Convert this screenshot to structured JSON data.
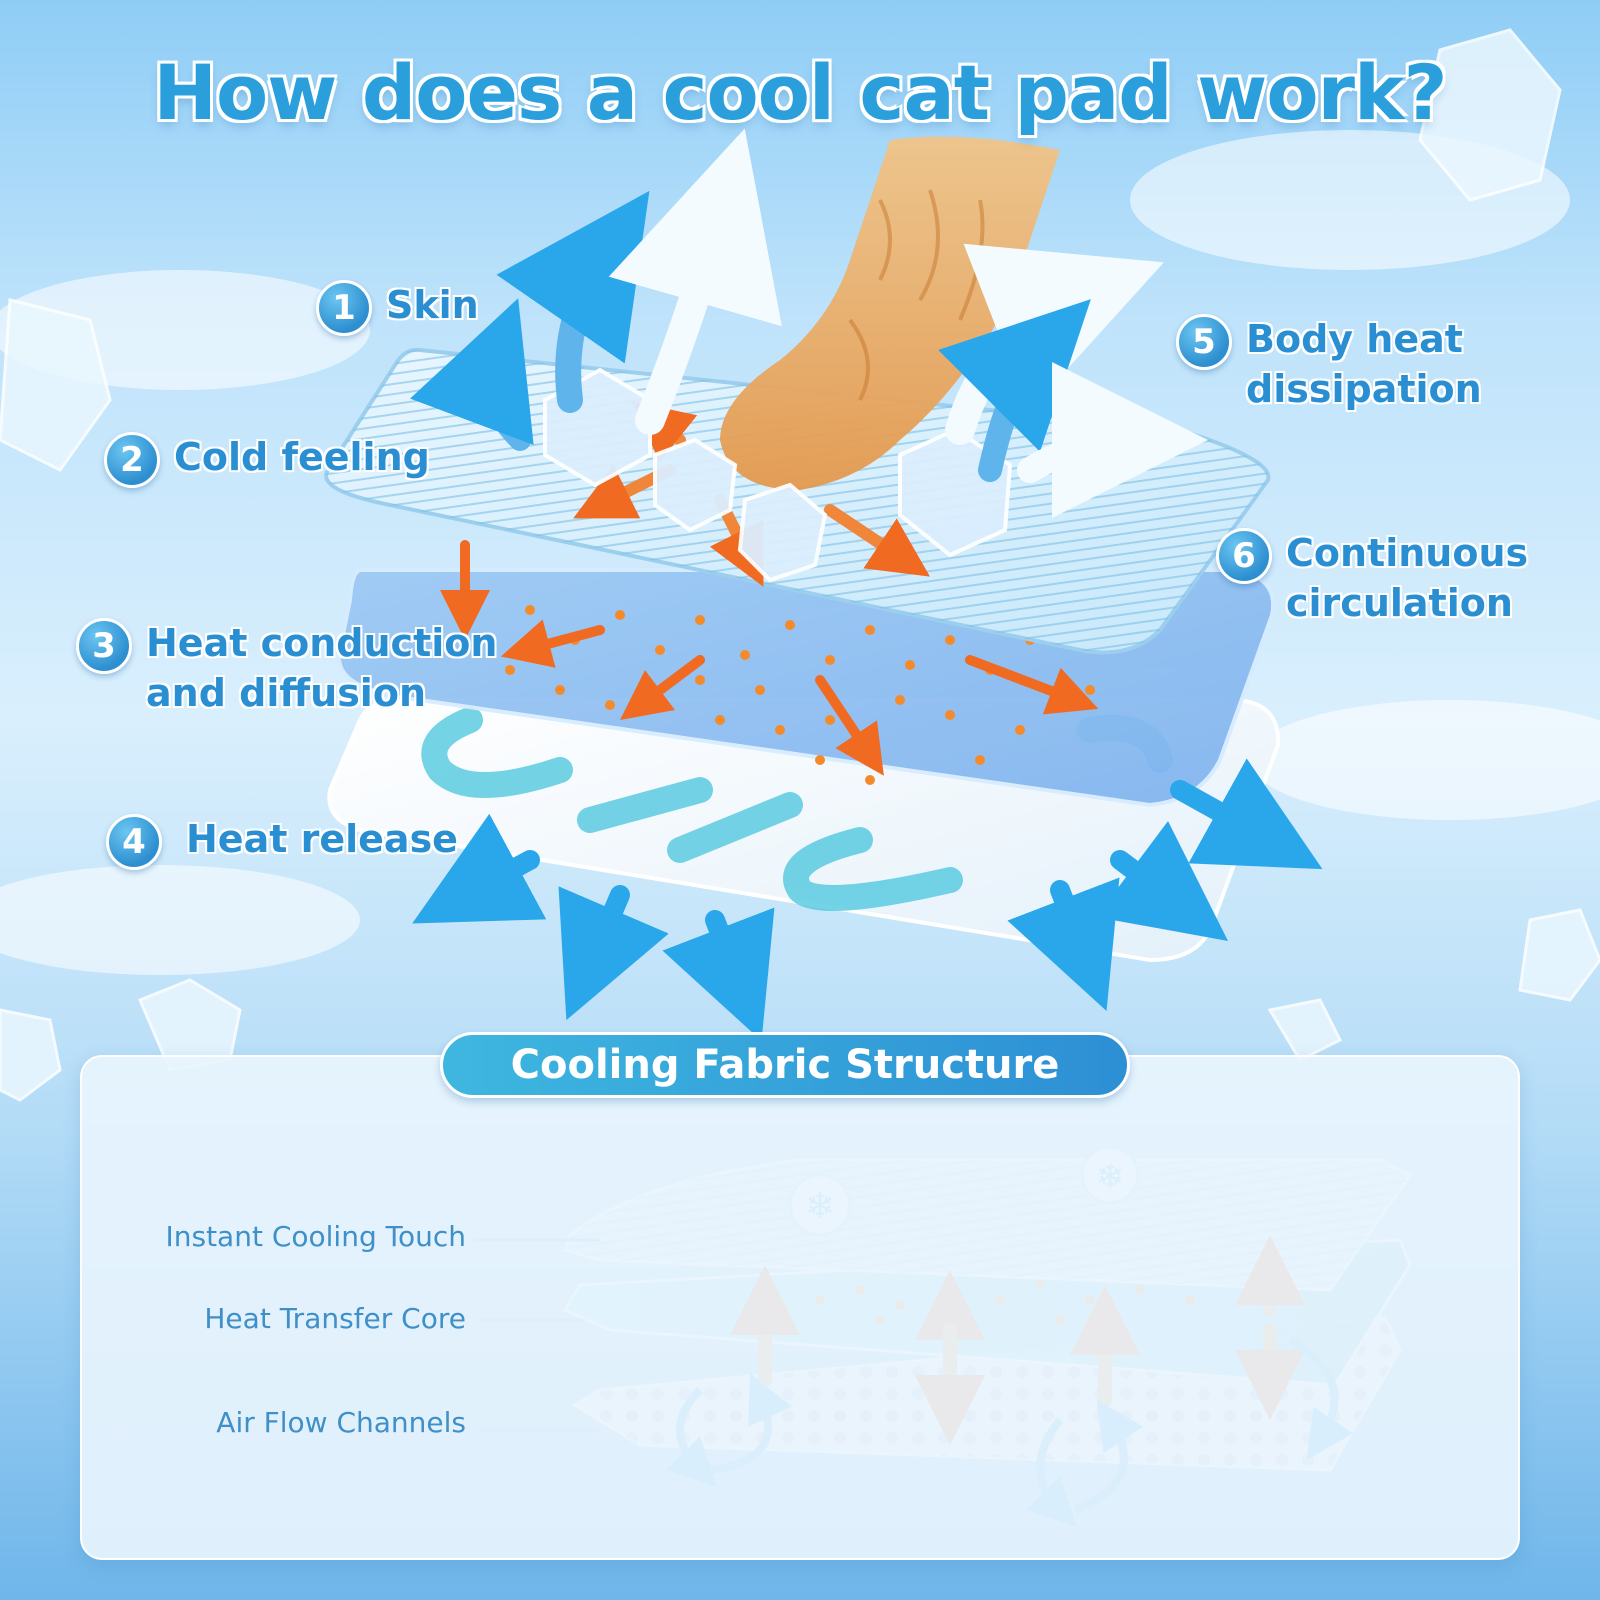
{
  "title": "How does a cool cat pad work?",
  "steps": [
    {
      "number": "1",
      "label": "Skin"
    },
    {
      "number": "2",
      "label": "Cold feeling"
    },
    {
      "number": "3",
      "label": "Heat conduction\nand diffusion"
    },
    {
      "number": "4",
      "label": "Heat release"
    },
    {
      "number": "5",
      "label": "Body heat\ndissipation"
    },
    {
      "number": "6",
      "label": "Continuous\ncirculation"
    }
  ],
  "structure": {
    "title": "Cooling Fabric Structure",
    "layers": [
      {
        "label": "Instant Cooling Touch"
      },
      {
        "label": "Heat Transfer Core"
      },
      {
        "label": "Air Flow Channels"
      }
    ]
  },
  "colors": {
    "accent_blue": "#2a9fdc",
    "heat_orange": "#f07a2a",
    "ice_white": "#ffffff"
  },
  "icons": [
    "ice-cube-icon",
    "snowflake-icon",
    "cat-paw-icon",
    "heat-arrow-icon",
    "airflow-arrow-icon"
  ]
}
